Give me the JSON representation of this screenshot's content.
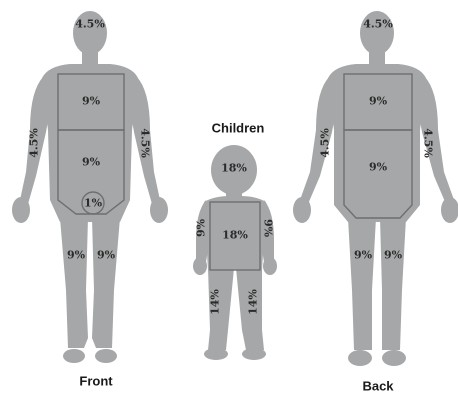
{
  "captions": {
    "front": "Front",
    "children": "Children",
    "back": "Back"
  },
  "front": {
    "head": "4.5%",
    "chest": "9%",
    "abdomen": "9%",
    "groin": "1%",
    "arm_left": "4.5%",
    "arm_right": "4.5%",
    "leg_left": "9%",
    "leg_right": "9%"
  },
  "child": {
    "head": "18%",
    "torso": "18%",
    "arm_left": "9%",
    "arm_right": "9%",
    "leg_left": "14%",
    "leg_right": "14%"
  },
  "back": {
    "head": "4.5%",
    "upper": "9%",
    "lower": "9%",
    "arm_left": "4.5%",
    "arm_right": "4.5%",
    "leg_left": "9%",
    "leg_right": "9%"
  },
  "colors": {
    "body": "#a6a7a8",
    "outline": "#6e6f70",
    "text": "#2b2b2b"
  }
}
